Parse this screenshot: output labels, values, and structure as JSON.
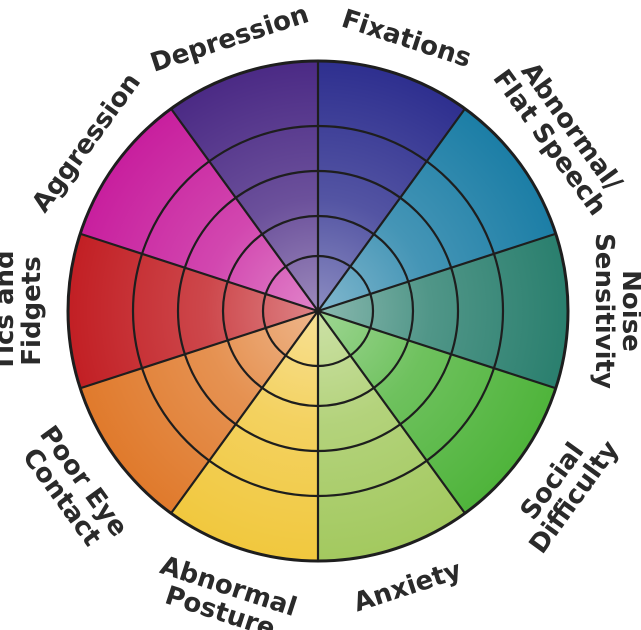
{
  "wheel": {
    "rings": 5,
    "segments": [
      {
        "id": "fixations",
        "label_lines": [
          "Fixations"
        ],
        "color": "#2e2f8f"
      },
      {
        "id": "abnormal-flat-speech",
        "label_lines": [
          "Abnormal/",
          "Flat Speech"
        ],
        "color": "#1c7ea6"
      },
      {
        "id": "noise-sensitivity",
        "label_lines": [
          "Noise",
          "Sensitivity"
        ],
        "color": "#2a7f6e"
      },
      {
        "id": "social-difficulty",
        "label_lines": [
          "Social",
          "Difficulty"
        ],
        "color": "#4fb43b"
      },
      {
        "id": "anxiety",
        "label_lines": [
          "Anxiety"
        ],
        "color": "#a3c95f"
      },
      {
        "id": "abnormal-posture",
        "label_lines": [
          "Abnormal",
          "Posture"
        ],
        "color": "#f1c83e"
      },
      {
        "id": "poor-eye-contact",
        "label_lines": [
          "Poor Eye",
          "Contact"
        ],
        "color": "#e07a2c"
      },
      {
        "id": "tics-and-fidgets",
        "label_lines": [
          "Tics and",
          "Fidgets"
        ],
        "color": "#c21f24"
      },
      {
        "id": "aggression",
        "label_lines": [
          "Aggression"
        ],
        "color": "#c81f9e"
      },
      {
        "id": "depression",
        "label_lines": [
          "Depression"
        ],
        "color": "#4b2a85"
      }
    ]
  }
}
